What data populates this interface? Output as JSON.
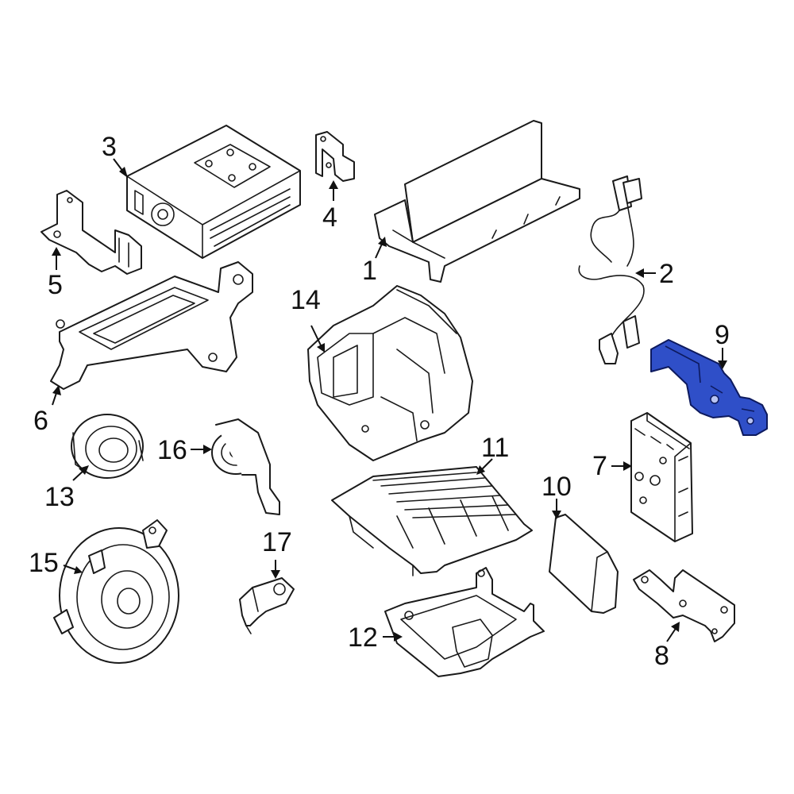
{
  "highlight_color": "#2f4fc8",
  "callouts": {
    "c1": "1",
    "c2": "2",
    "c3": "3",
    "c4": "4",
    "c5": "5",
    "c6": "6",
    "c7": "7",
    "c8": "8",
    "c9": "9",
    "c10": "10",
    "c11": "11",
    "c12": "12",
    "c13": "13",
    "c14": "14",
    "c15": "15",
    "c16": "16",
    "c17": "17"
  },
  "highlighted_part": "9"
}
